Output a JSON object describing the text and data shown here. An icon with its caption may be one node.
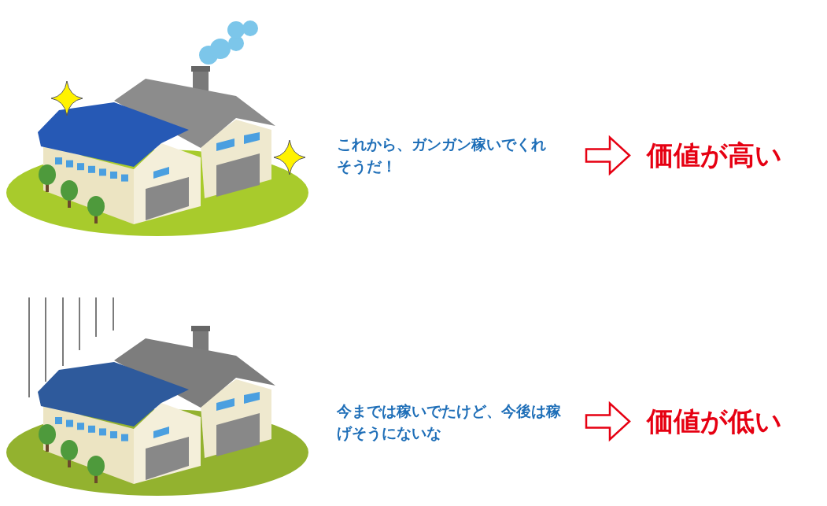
{
  "diagram": {
    "nodes": [
      {
        "text": [
          "これから、ガンガン稼いでくれそうだ！"
        ]
      },
      {
        "text": [
          "価値が高い"
        ]
      },
      {
        "text": [
          "今までは稼いでたけど、今後は稼げそうにないな"
        ]
      },
      {
        "text": [
          "価値が低い"
        ]
      }
    ],
    "edges": [
      {
        "from": 0,
        "to": 1,
        "arrow": "to"
      },
      {
        "from": 2,
        "to": 3,
        "arrow": "to"
      }
    ]
  }
}
